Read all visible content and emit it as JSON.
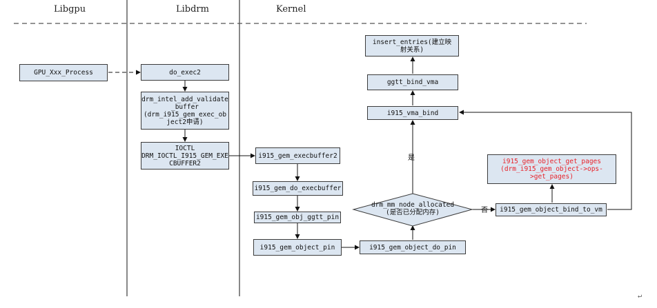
{
  "lanes": {
    "libgpu": "Libgpu",
    "libdrm": "Libdrm",
    "kernel": "Kernel"
  },
  "nodes": {
    "gpu_process": "GPU_Xxx_Process",
    "do_exec2": "do_exec2",
    "drm_intel_add_validate": "drm_intel_add_validate\n_buffer\n(drm_i915_gem_exec_ob\nject2申请)",
    "ioctl": "IOCTL\nDRM_IOCTL_I915_GEM_EXE\nCBUFFER2",
    "execbuffer2": "i915_gem_execbuffer2",
    "do_execbuffer": "i915_gem_do_execbuffer",
    "obj_ggtt_pin": "i915_gem_obj_ggtt_pin",
    "object_pin": "i915_gem_object_pin",
    "object_do_pin": "i915_gem_object_do_pin",
    "decision": "drm_mm_node_allocated\n(是否已分配内存)",
    "bind_to_vm": "i915_gem_object_bind_to_vm",
    "get_pages": "i915_gem_object_get_pages\n(drm_i915_gem_object->ops-\n>get_pages)",
    "vma_bind": "i915_vma_bind",
    "ggtt_bind_vma": "ggtt_bind_vma",
    "insert_entries": "insert_entries(建立映\n射关系)"
  },
  "edge_labels": {
    "yes": "是",
    "no": "否"
  },
  "paragraph_mark": "↵",
  "colors": {
    "box_fill": "#dce6f1",
    "highlight_text": "#e8222a"
  }
}
